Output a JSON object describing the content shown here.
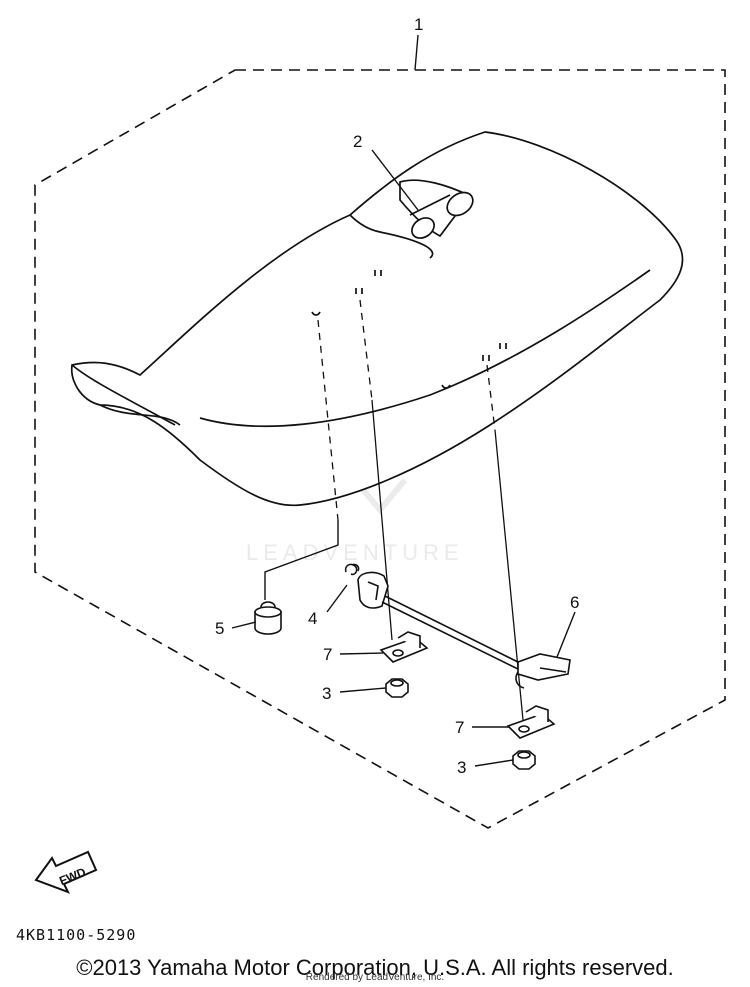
{
  "diagram": {
    "callouts": {
      "c1": "1",
      "c2": "2",
      "c3a": "3",
      "c3b": "3",
      "c4": "4",
      "c5": "5",
      "c6": "6",
      "c7a": "7",
      "c7b": "7"
    },
    "fwd_label": "FWD",
    "watermark": "LEADVENTURE",
    "part_code": "4KB1100-5290"
  },
  "footer": {
    "copyright": "©2013 Yamaha Motor Corporation, U.S.A. All rights reserved.",
    "rendered_by": "Rendered by LeadVenture, Inc."
  }
}
